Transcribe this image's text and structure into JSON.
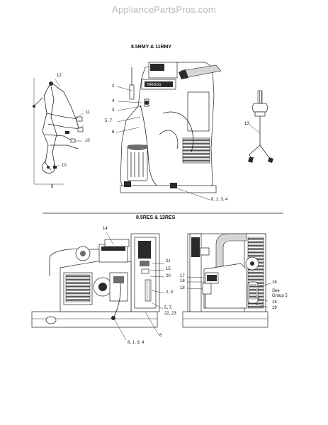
{
  "watermark": "AppliancePartsPros.com",
  "sections": {
    "top_title": "8.5RMY & 11RMY",
    "bottom_title": "8.5RES & 12RES"
  },
  "callouts": {
    "top": {
      "c12": "12",
      "c11": "11",
      "c10a": "10",
      "c10b": "10",
      "c9": "9",
      "c2": "2",
      "c4": "4",
      "c3": "3",
      "c57": "5, 7",
      "c6": "6",
      "c13": "13",
      "c8134": "8, 1, 3, 4"
    },
    "bottom_left": {
      "c14": "14",
      "c21": "21",
      "c15": "15",
      "c20": "20",
      "c23": "2, 3",
      "c57": "5, 7,",
      "c2223": "22, 23",
      "c6": "6",
      "c8134": "8, 1, 3, 4"
    },
    "bottom_right": {
      "c17": "17",
      "c16a": "16",
      "c18a": "18",
      "c16b": "16",
      "see": "See",
      "group": "Group 5",
      "c18b": "18",
      "c19": "19"
    }
  }
}
